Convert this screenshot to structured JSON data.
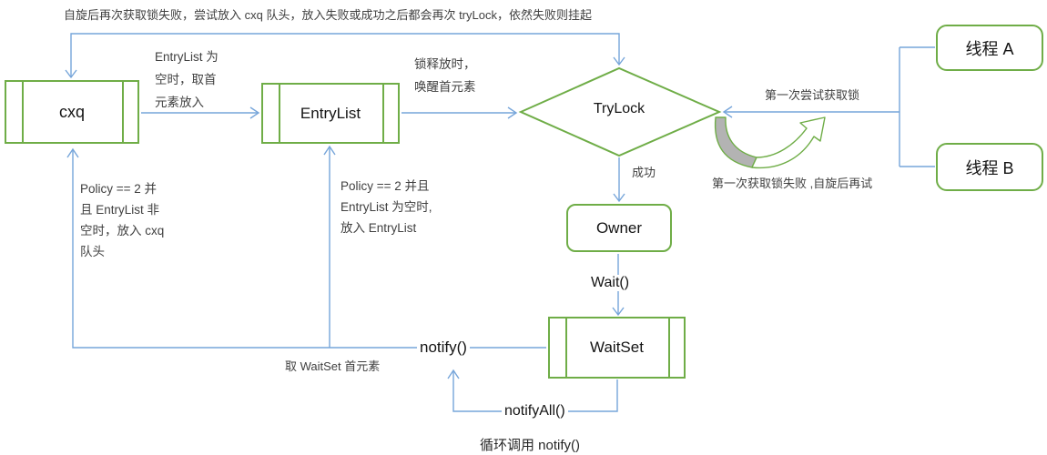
{
  "diagram": {
    "nodes": {
      "cxq": {
        "label": "cxq"
      },
      "entrylist": {
        "label": "EntryList"
      },
      "trylock": {
        "label": "TryLock"
      },
      "owner": {
        "label": "Owner"
      },
      "waitset": {
        "label": "WaitSet"
      },
      "thread_a": {
        "label": "线程 A"
      },
      "thread_b": {
        "label": "线程 B"
      }
    },
    "labels": {
      "top_note": "自旋后再次获取锁失败，尝试放入 cxq 队头，放入失败或成功之后都会再次 tryLock，依然失败则挂起",
      "entrylist_empty_take_first": "EntryList 为\n空时，取首\n元素放入",
      "lock_release_wake_first": "锁释放时，\n唤醒首元素",
      "first_try_lock": "第一次尝试获取锁",
      "first_fail_spin_retry": "第一次获取锁失败 ,自旋后再试",
      "success": "成功",
      "wait_call": "Wait()",
      "notify_call": "notify()",
      "notify_all_call": "notifyAll()",
      "loop_call_notify": "循环调用 notify()",
      "take_waitset_head": "取 WaitSet 首元素",
      "policy_to_cxq": "Policy == 2 并\n且 EntryList 非\n空时，放入 cxq\n队头",
      "policy_to_entrylist": "Policy == 2 并且\nEntryList 为空时,\n放入 EntryList"
    },
    "colors": {
      "node_border_green": "#6FAD47",
      "connector_blue": "#76A5DA",
      "swoosh_gray": "#B3B3B3",
      "annotation_text": "#404040",
      "node_text": "#141414"
    }
  }
}
